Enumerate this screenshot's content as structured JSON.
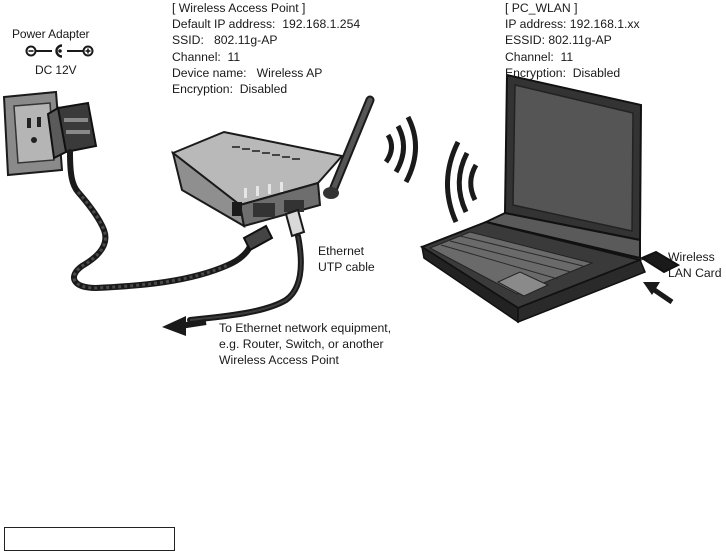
{
  "power_adapter": {
    "label": "Power Adapter",
    "voltage": "DC 12V"
  },
  "access_point": {
    "lines": [
      "[ Wireless Access Point ]",
      "Default IP address:  192.168.1.254",
      "SSID:   802.11g-AP",
      "Channel:  11",
      "Device name:   Wireless AP",
      "Encryption:  Disabled"
    ]
  },
  "pc_wlan": {
    "lines": [
      "[ PC_WLAN ]",
      "IP address: 192.168.1.xx",
      "ESSID: 802.11g-AP",
      "Channel:  11",
      "Encryption:  Disabled"
    ]
  },
  "ethernet_cable": {
    "lines": [
      "Ethernet",
      "UTP cable"
    ]
  },
  "wireless_card": {
    "lines": [
      "Wireless",
      "LAN Card"
    ]
  },
  "network_equipment": {
    "lines": [
      "To Ethernet network equipment,",
      "e.g. Router, Switch, or another",
      "Wireless Access Point"
    ]
  },
  "colors": {
    "line_art": "#1a1a1a",
    "device_gray": "#9a9a9a",
    "dark_gray": "#555555"
  }
}
